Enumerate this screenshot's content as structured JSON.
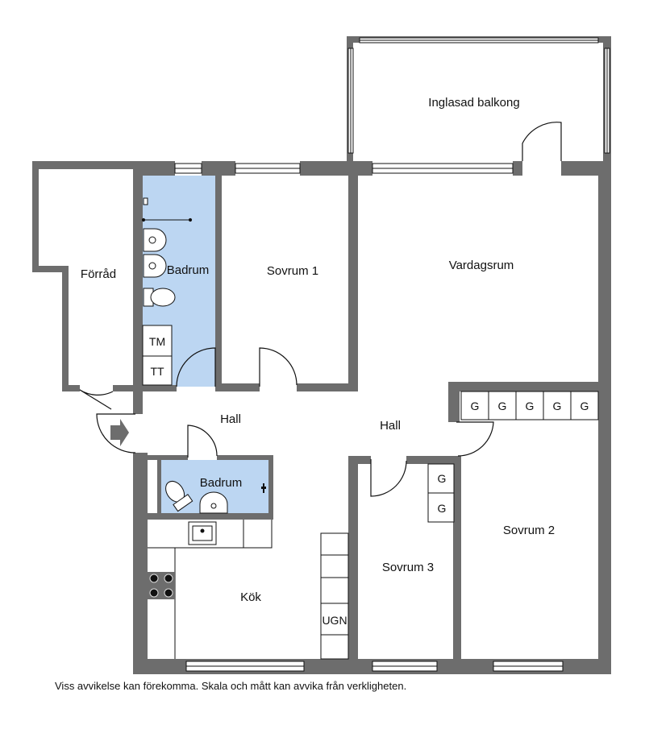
{
  "rooms": {
    "balcony": "Inglasad balkong",
    "storage": "Förråd",
    "bathroom_upper": "Badrum",
    "bedroom_1": "Sovrum 1",
    "living_room": "Vardagsrum",
    "hall_left": "Hall",
    "hall_center": "Hall",
    "bathroom_lower": "Badrum",
    "bedroom_3": "Sovrum 3",
    "bedroom_2": "Sovrum 2",
    "kitchen": "Kök"
  },
  "fixtures": {
    "washing_machine": "TM",
    "tumble_dryer": "TT",
    "oven": "UGN",
    "wardrobe_mark": "G"
  },
  "colors": {
    "wall": "#6d6d6d",
    "bathroom_fill": "#bcd6f2",
    "line": "#111111"
  },
  "disclaimer": "Viss avvikelse kan förekomma. Skala och mått kan avvika från verkligheten."
}
